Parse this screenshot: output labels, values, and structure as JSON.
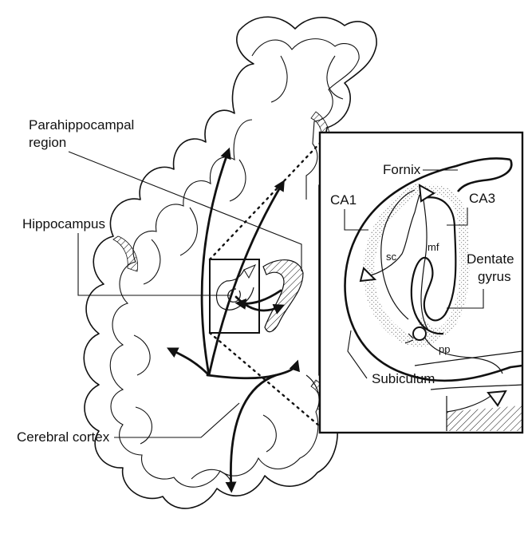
{
  "labels": {
    "parahippocampal_line1": "Parahippocampal",
    "parahippocampal_line2": "region",
    "hippocampus": "Hippocampus",
    "cerebral_cortex": "Cerebral cortex",
    "fornix": "Fornix",
    "ca1": "CA1",
    "ca3": "CA3",
    "dentate_line1": "Dentate",
    "dentate_line2": "gyrus",
    "subiculum": "Subiculum",
    "sc": "sc",
    "mf": "mf",
    "pp": "pp"
  },
  "colors": {
    "ink": "#111111",
    "background": "#ffffff",
    "stipple": "#777777"
  }
}
